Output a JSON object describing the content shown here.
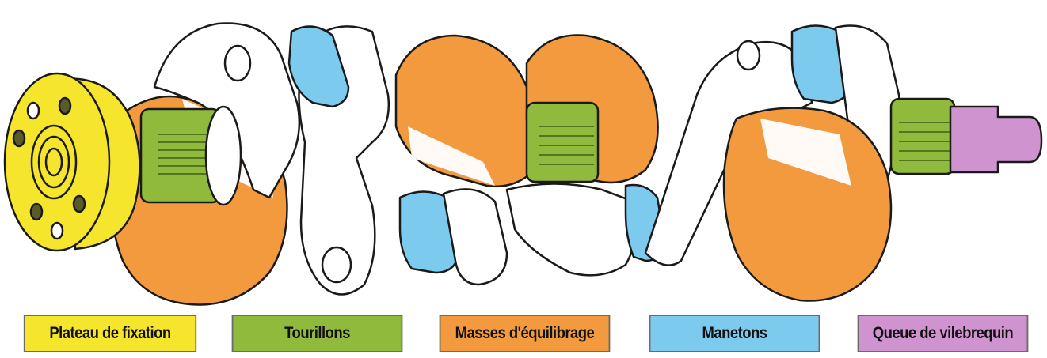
{
  "colors": {
    "plateau": "#f5e52c",
    "tourillons": "#8fba3c",
    "masses": "#f29a3d",
    "manetons": "#7ccbee",
    "queue": "#cf94cf",
    "outline": "#1a1a1a"
  },
  "legend": [
    {
      "id": "plateau",
      "label": "Plateau de fixation",
      "color": "#f5e52c"
    },
    {
      "id": "tourillons",
      "label": "Tourillons",
      "color": "#8fba3c"
    },
    {
      "id": "masses",
      "label": "Masses d'équilibrage",
      "color": "#f29a3d"
    },
    {
      "id": "manetons",
      "label": "Manetons",
      "color": "#7ccbee"
    },
    {
      "id": "queue",
      "label": "Queue de vilebrequin",
      "color": "#cf94cf"
    }
  ]
}
